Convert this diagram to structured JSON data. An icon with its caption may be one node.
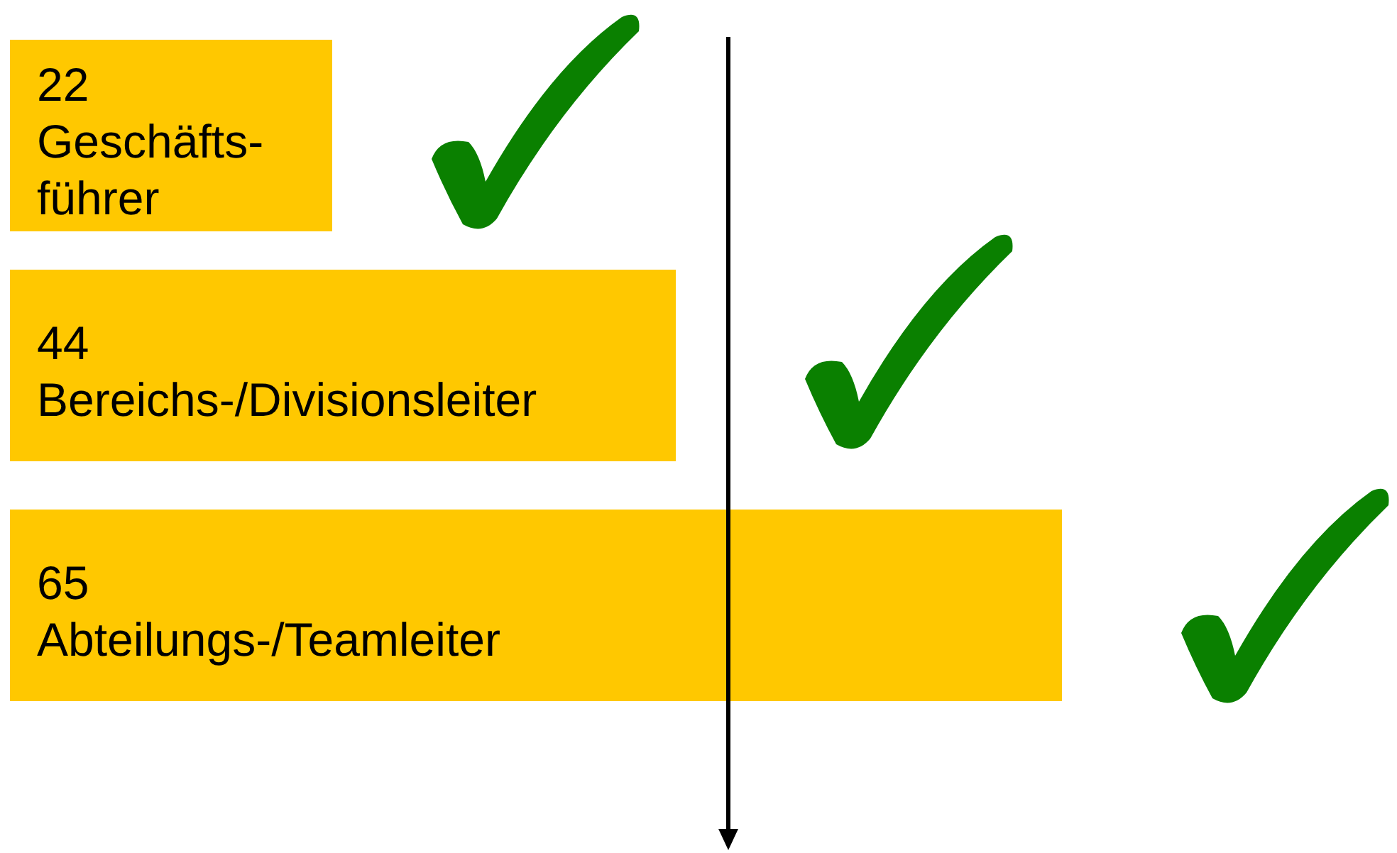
{
  "diagram": {
    "nodes": [
      {
        "text": [
          "22",
          "Geschäfts- führer"
        ]
      },
      {
        "text": [
          "44",
          "Bereichs-/Divisionsleiter"
        ]
      },
      {
        "text": [
          "65",
          "Abteilungs-/Teamleiter"
        ]
      }
    ]
  }
}
